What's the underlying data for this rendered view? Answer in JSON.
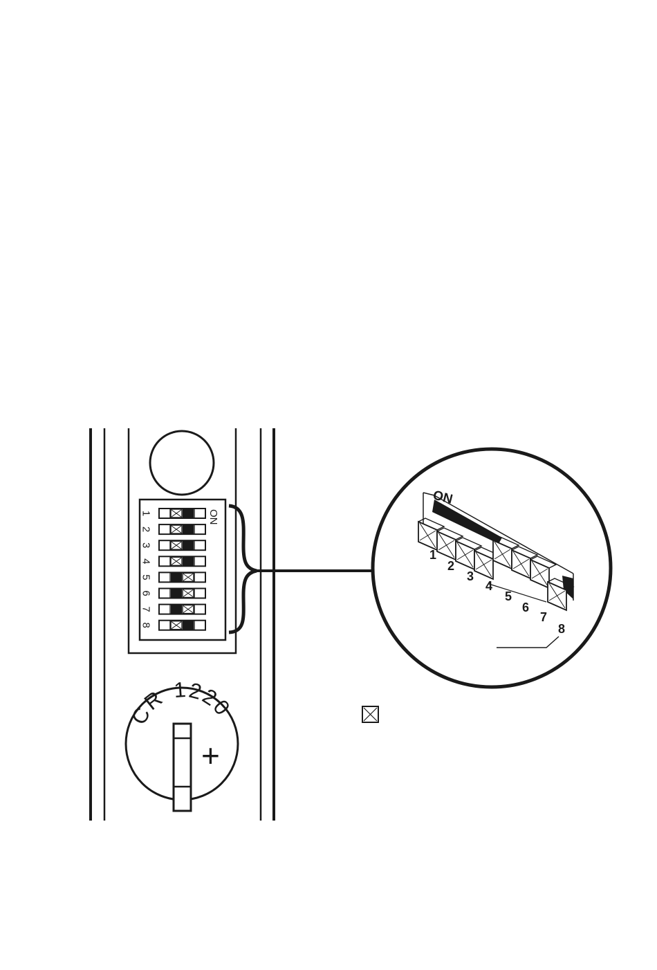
{
  "dip_switch": {
    "on_label": "ON",
    "numbers": [
      "1",
      "2",
      "3",
      "4",
      "5",
      "6",
      "7",
      "8"
    ],
    "positions": [
      "off",
      "off",
      "off",
      "off",
      "on",
      "on",
      "on",
      "off"
    ]
  },
  "magnified": {
    "on_label": "ON",
    "numbers": [
      "1",
      "2",
      "3",
      "4",
      "5",
      "6",
      "7",
      "8"
    ]
  },
  "battery": {
    "label_cr": "CR",
    "label_model": "1220",
    "polarity": "+"
  },
  "colors": {
    "ink": "#1a1a1a",
    "paper": "#ffffff"
  },
  "icons": {
    "legend": "crossed-box-icon",
    "battery": "coin-battery-icon",
    "button": "round-button-icon"
  }
}
